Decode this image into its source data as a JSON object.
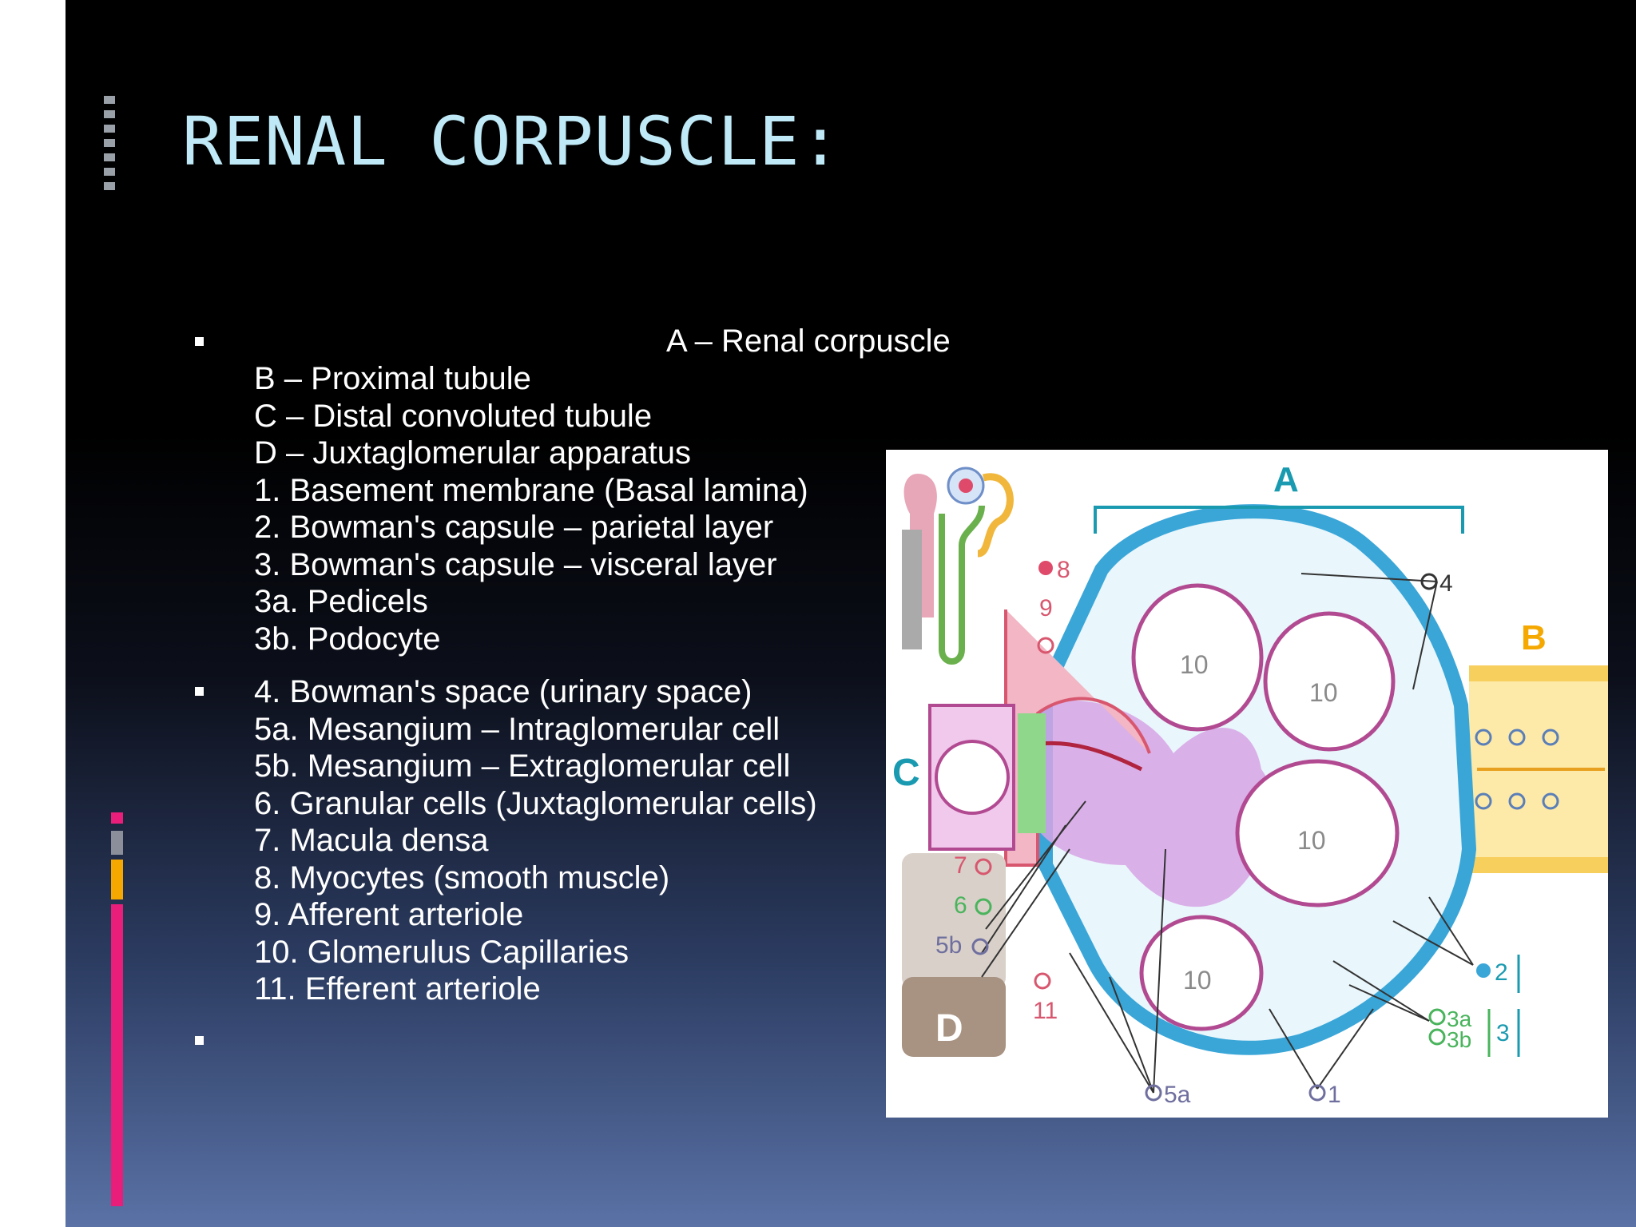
{
  "slide": {
    "title": "RENAL CORPUSCLE:",
    "legend_first": "A – Renal corpuscle",
    "legend_group1": [
      "B – Proximal tubule",
      "C – Distal convoluted tubule",
      "D – Juxtaglomerular apparatus",
      "1. Basement membrane (Basal lamina)",
      "2. Bowman's capsule – parietal layer",
      "3. Bowman's capsule – visceral layer",
      "3a. Pedicels",
      "3b. Podocyte"
    ],
    "legend_group2": [
      "4. Bowman's space (urinary space)",
      "5a. Mesangium – Intraglomerular cell",
      "5b. Mesangium – Extraglomerular cell",
      "6. Granular cells (Juxtaglomerular cells)",
      "7. Macula densa",
      "8. Myocytes (smooth muscle)",
      "9. Afferent arteriole",
      "10. Glomerulus Capillaries",
      "11. Efferent arteriole"
    ]
  },
  "diagram": {
    "labels": {
      "A": "A",
      "B": "B",
      "C": "C",
      "D": "D",
      "n1": "1",
      "n2": "2",
      "n3": "3",
      "n3a": "3a",
      "n3b": "3b",
      "n4": "4",
      "n5a": "5a",
      "n5b": "5b",
      "n6": "6",
      "n7": "7",
      "n8": "8",
      "n9": "9",
      "n10": "10",
      "n11": "11"
    }
  },
  "colors": {
    "title": "#bfe9f6",
    "accent_pink": "#e91e7a",
    "accent_orange": "#f5a800",
    "capsule_blue": "#3aa6d8",
    "mesangium_purple": "#c98ad8",
    "label_teal": "#1a9ab0"
  }
}
